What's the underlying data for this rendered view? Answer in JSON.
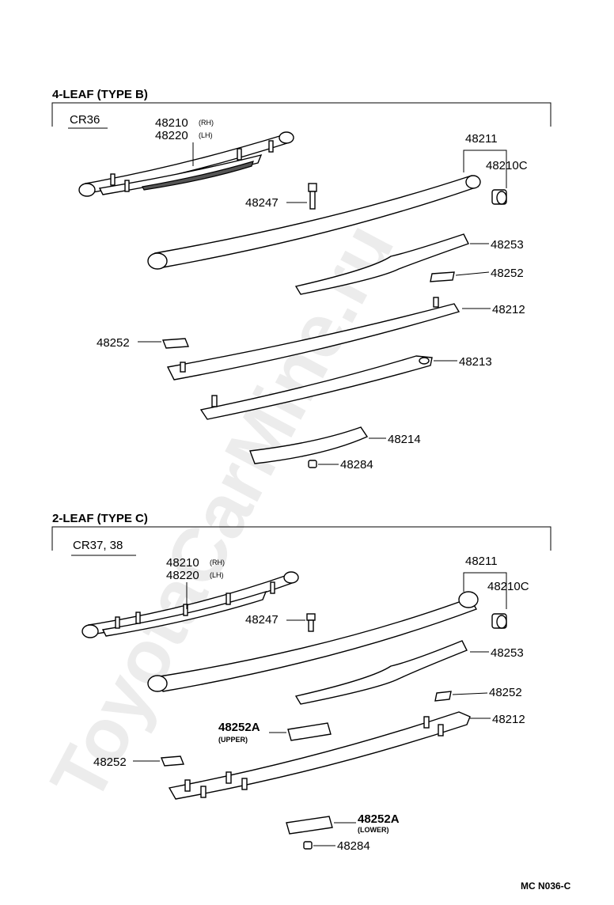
{
  "watermark": "ToyotaCarMine.ru",
  "figure_code": "MC N036-C",
  "sections": [
    {
      "header": "4-LEAF (TYPE B)",
      "model": "CR36",
      "labels": {
        "assembly_rh": "48210",
        "assembly_rh_note": "(RH)",
        "assembly_lh": "48220",
        "assembly_lh_note": "(LH)",
        "main_leaf": "48211",
        "bushing": "48210C",
        "bolt": "48247",
        "leaf_48253": "48253",
        "liner_right": "48252",
        "leaf_48212": "48212",
        "liner_left": "48252",
        "leaf_48213": "48213",
        "leaf_48214": "48214",
        "nut": "48284"
      }
    },
    {
      "header": "2-LEAF (TYPE C)",
      "model": "CR37, 38",
      "labels": {
        "assembly_rh": "48210",
        "assembly_rh_note": "(RH)",
        "assembly_lh": "48220",
        "assembly_lh_note": "(LH)",
        "main_leaf": "48211",
        "bushing": "48210C",
        "bolt": "48247",
        "leaf_48253": "48253",
        "liner_right": "48252",
        "liner_upper": "48252A",
        "liner_upper_note": "(UPPER)",
        "leaf_48212": "48212",
        "liner_left": "48252",
        "liner_lower": "48252A",
        "liner_lower_note": "(LOWER)",
        "nut": "48284"
      }
    }
  ]
}
